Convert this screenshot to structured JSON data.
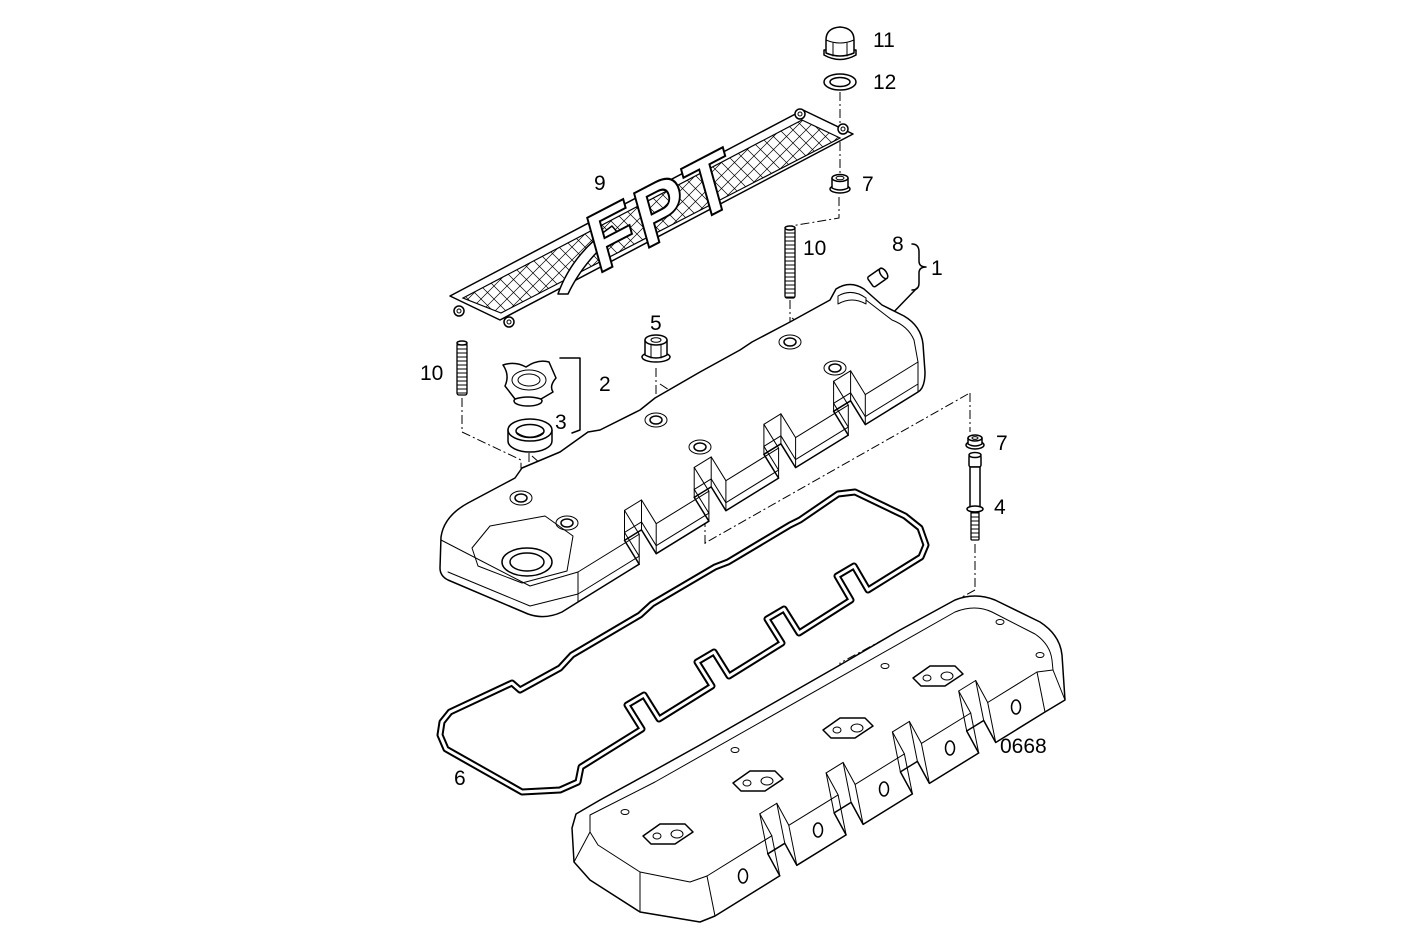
{
  "diagram": {
    "drawing_number": "0668",
    "logo_text": "FPT"
  },
  "callouts": {
    "c11": "11",
    "c12": "12",
    "c7_top": "7",
    "c9": "9",
    "c10_top": "10",
    "c8": "8",
    "c1": "1",
    "c5": "5",
    "c10_left": "10",
    "c2": "2",
    "c3": "3",
    "c7_right": "7",
    "c4": "4",
    "c6": "6"
  },
  "colors": {
    "line": "#000000",
    "background": "#ffffff"
  }
}
